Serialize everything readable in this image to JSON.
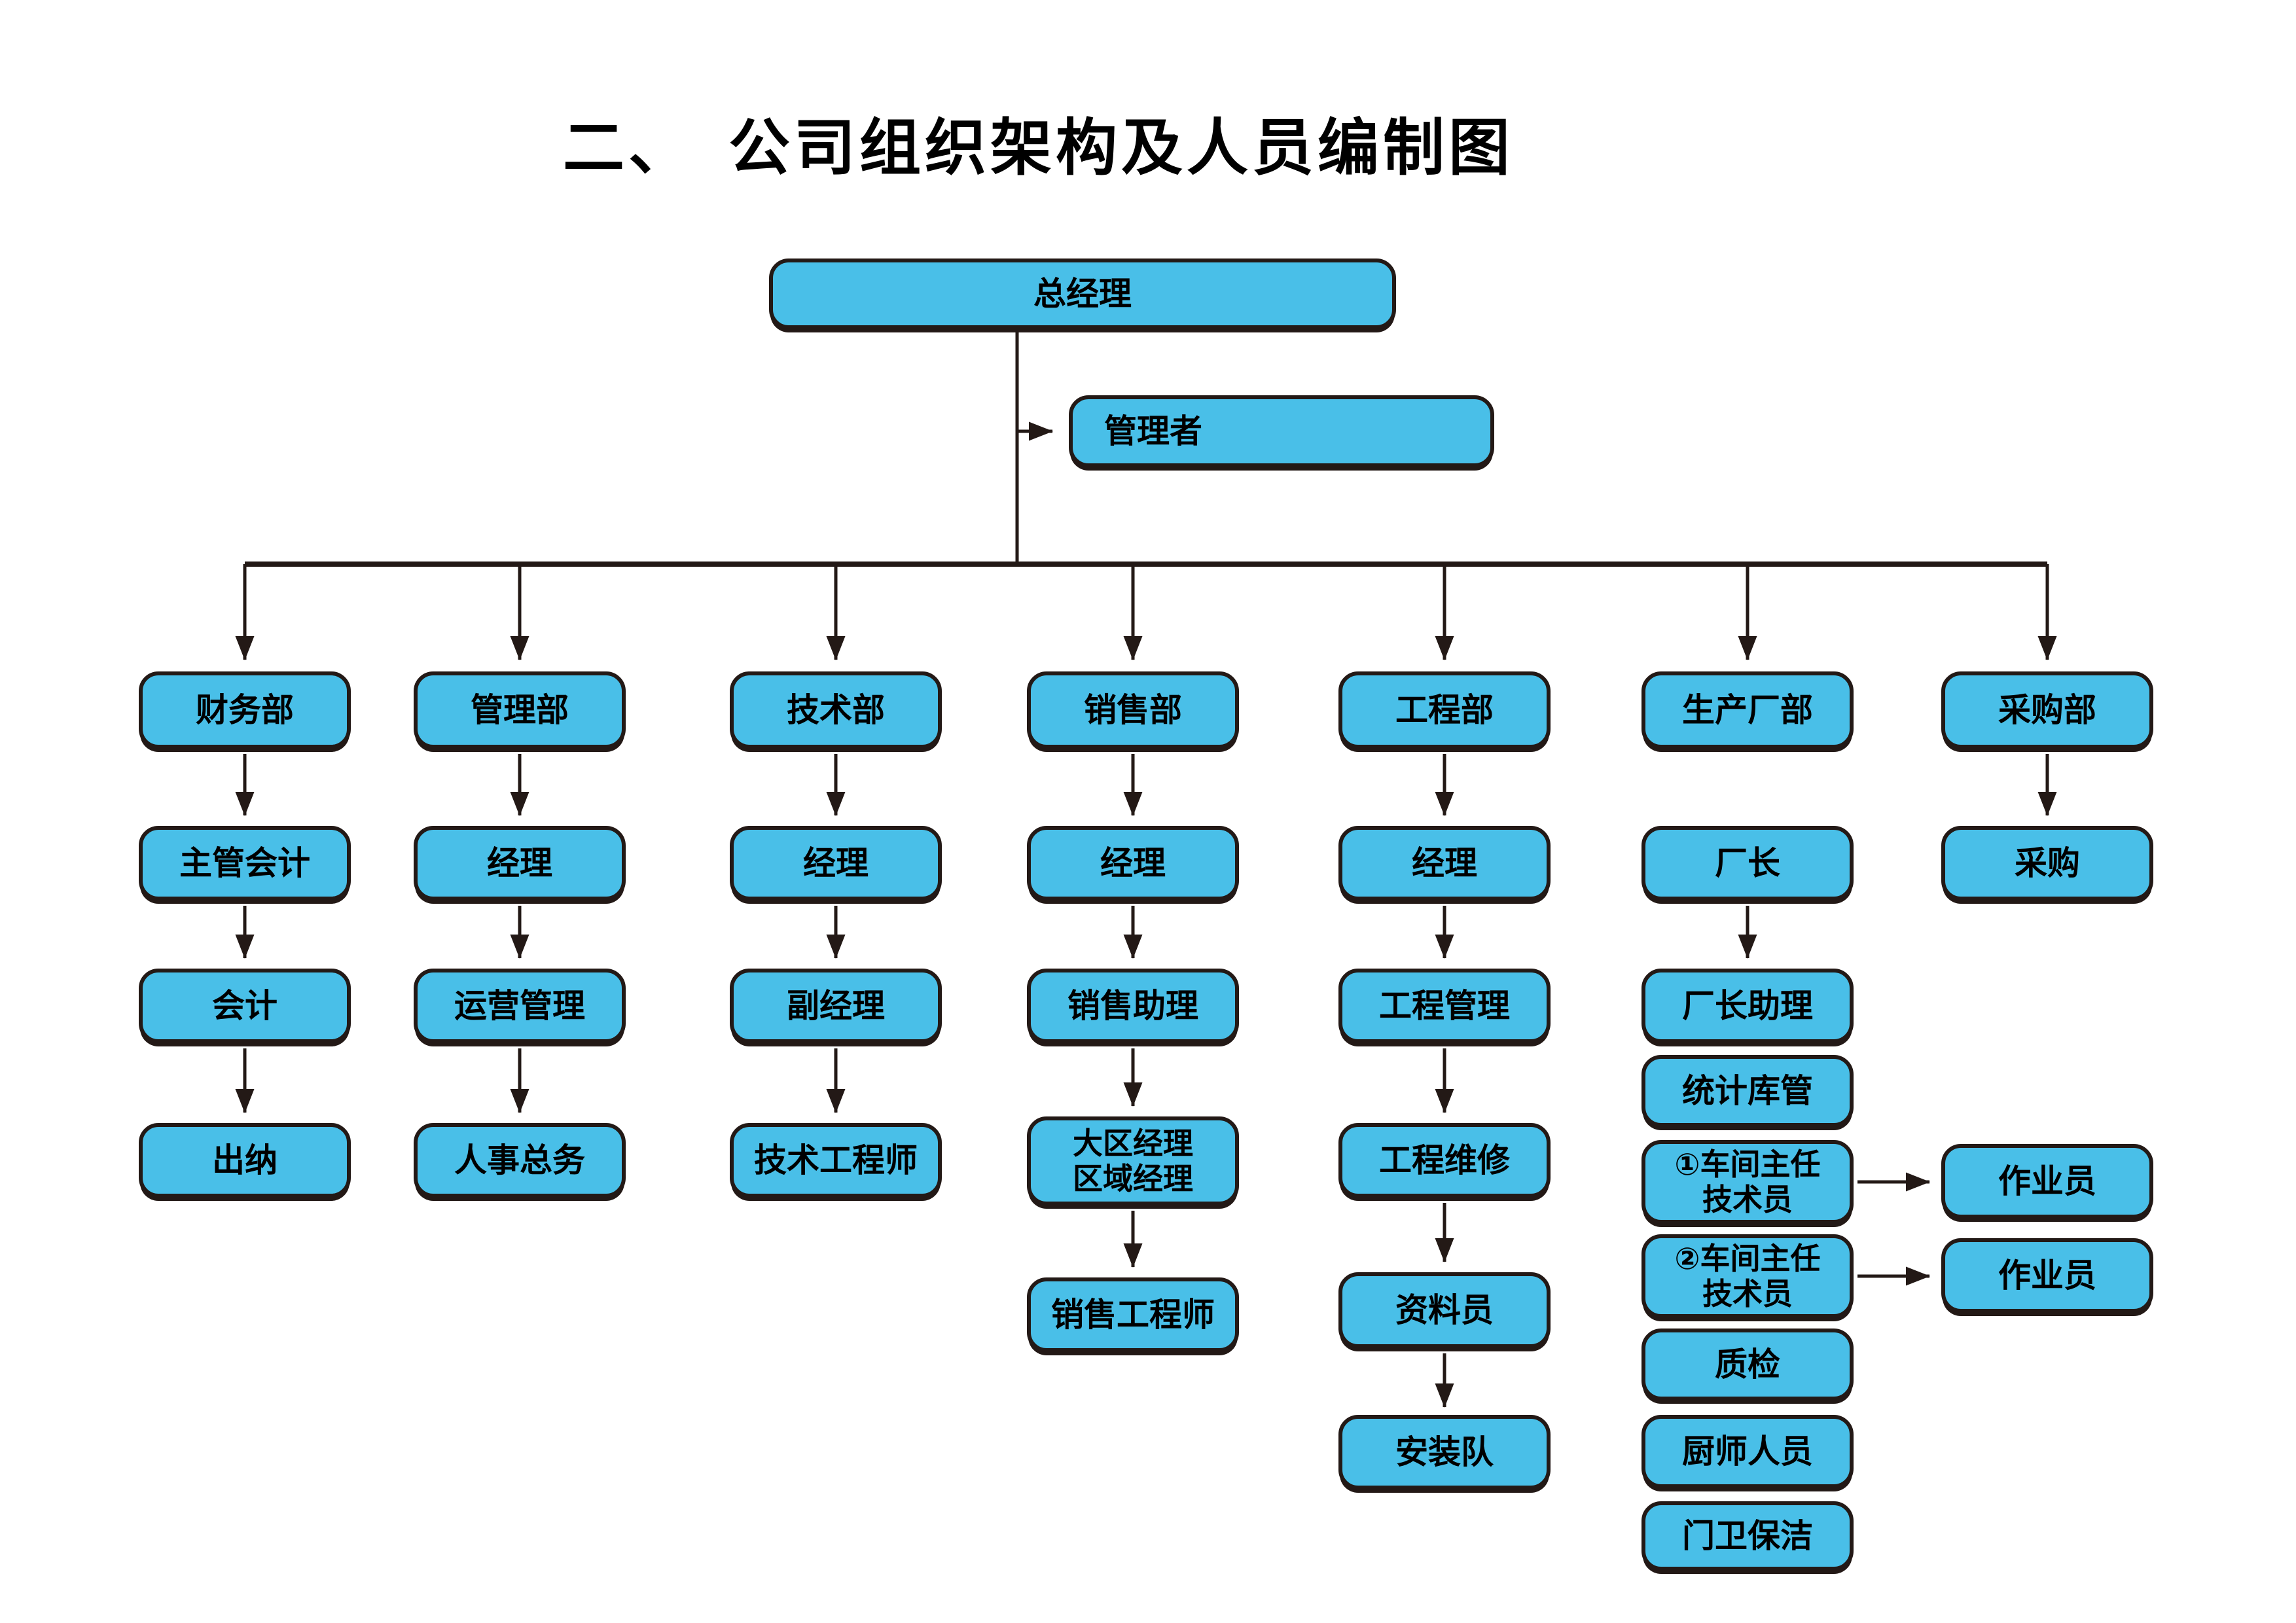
{
  "title": "二、　公司组织架构及人员编制图",
  "colors": {
    "box_fill": "#49bfe8",
    "box_border": "#231916",
    "line": "#231916",
    "text": "#000000",
    "background": "#ffffff"
  },
  "nodes": {
    "general_manager": "总经理",
    "manager": "管理者",
    "finance_dept": "财务部",
    "admin_dept": "管理部",
    "tech_dept": "技术部",
    "sales_dept": "销售部",
    "engineering_dept": "工程部",
    "production_dept": "生产厂部",
    "purchasing_dept": "采购部",
    "chief_accountant": "主管会计",
    "admin_manager": "经理",
    "tech_manager": "经理",
    "sales_manager": "经理",
    "engineering_manager": "经理",
    "factory_director": "厂长",
    "purchaser": "采购",
    "accountant": "会计",
    "operations_management": "运营管理",
    "deputy_manager": "副经理",
    "sales_assistant": "销售助理",
    "engineering_management": "工程管理",
    "factory_director_assistant": "厂长助理",
    "statistics_warehouse": "统计库管",
    "cashier": "出纳",
    "hr_general_affairs": "人事总务",
    "technical_engineer": "技术工程师",
    "regional_manager_line1": "大区经理",
    "regional_manager_line2": "区域经理",
    "engineering_maintenance": "工程维修",
    "workshop1_line1": "①车间主任",
    "workshop1_line2": "技术员",
    "operator1": "作业员",
    "workshop2_line1": "②车间主任",
    "workshop2_line2": "技术员",
    "operator2": "作业员",
    "quality_inspection": "质检",
    "sales_engineer": "销售工程师",
    "documentation_clerk": "资料员",
    "installation_team": "安装队",
    "chef_staff": "厨师人员",
    "security_cleaning": "门卫保洁"
  }
}
